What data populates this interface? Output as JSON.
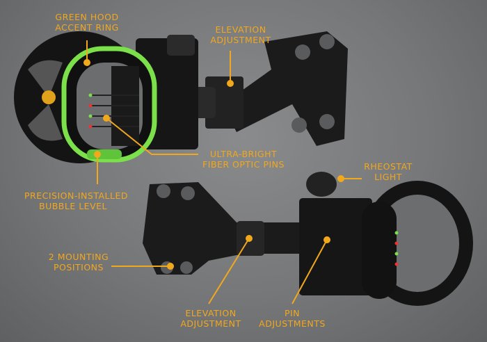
{
  "callouts": [
    {
      "id": "green-hood",
      "lines": [
        "GREEN HOOD",
        "ACCENT RING"
      ]
    },
    {
      "id": "elevation-top",
      "lines": [
        "ELEVATION",
        "ADJUSTMENT"
      ]
    },
    {
      "id": "fiber-pins",
      "lines": [
        "ULTRA-BRIGHT",
        "FIBER OPTIC PINS"
      ]
    },
    {
      "id": "bubble-level",
      "lines": [
        "PRECISION-INSTALLED",
        "BUBBLE LEVEL"
      ]
    },
    {
      "id": "rheostat",
      "lines": [
        "RHEOSTAT",
        "LIGHT"
      ]
    },
    {
      "id": "mounting",
      "lines": [
        "2 MOUNTING",
        "POSITIONS"
      ]
    },
    {
      "id": "elevation-bottom",
      "lines": [
        "ELEVATION",
        "ADJUSTMENT"
      ]
    },
    {
      "id": "pin-adjust",
      "lines": [
        "PIN",
        "ADJUSTMENTS"
      ]
    }
  ],
  "colors": {
    "accent": "#f2a81d",
    "hood_ring": "#7be04a",
    "body": "#1a1a1b"
  }
}
